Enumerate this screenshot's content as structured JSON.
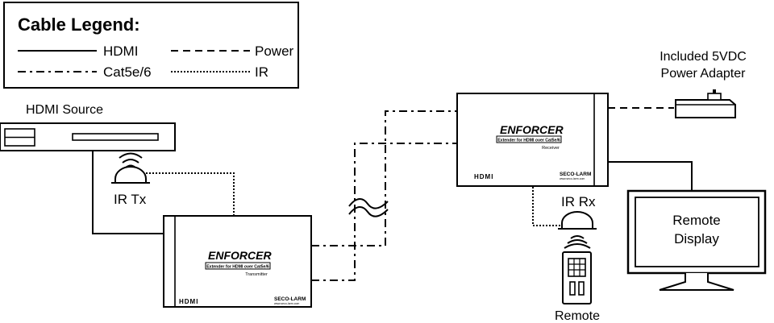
{
  "legend": {
    "title": "Cable Legend:",
    "items": [
      {
        "label": "HDMI",
        "style": "solid"
      },
      {
        "label": "Power",
        "style": "dashed"
      },
      {
        "label": "Cat5e/6",
        "style": "dash-dot"
      },
      {
        "label": "IR",
        "style": "dotted"
      }
    ]
  },
  "hdmi_source": {
    "label": "HDMI Source"
  },
  "ir_tx": {
    "label": "IR Tx"
  },
  "ir_rx": {
    "label": "IR Rx"
  },
  "power_adapter": {
    "label_line1": "Included 5VDC",
    "label_line2": "Power Adapter"
  },
  "remote_display": {
    "label_line1": "Remote",
    "label_line2": "Display"
  },
  "remote": {
    "label": "Remote"
  },
  "transmitter": {
    "brand": "ENFORCER",
    "subtitle": "Extender for HDMI over Cat5e/6",
    "role": "Transmitter",
    "hdmi_logo": "HDMI",
    "maker": "SECO-LARM",
    "maker_url": "www.seco-larm.com"
  },
  "receiver": {
    "brand": "ENFORCER",
    "subtitle": "Extender for HDMI over Cat5e/6",
    "role": "Receiver",
    "hdmi_logo": "HDMI",
    "maker": "SECO-LARM",
    "maker_url": "www.seco-larm.com"
  },
  "colors": {
    "ink": "#000000",
    "background": "#ffffff"
  }
}
